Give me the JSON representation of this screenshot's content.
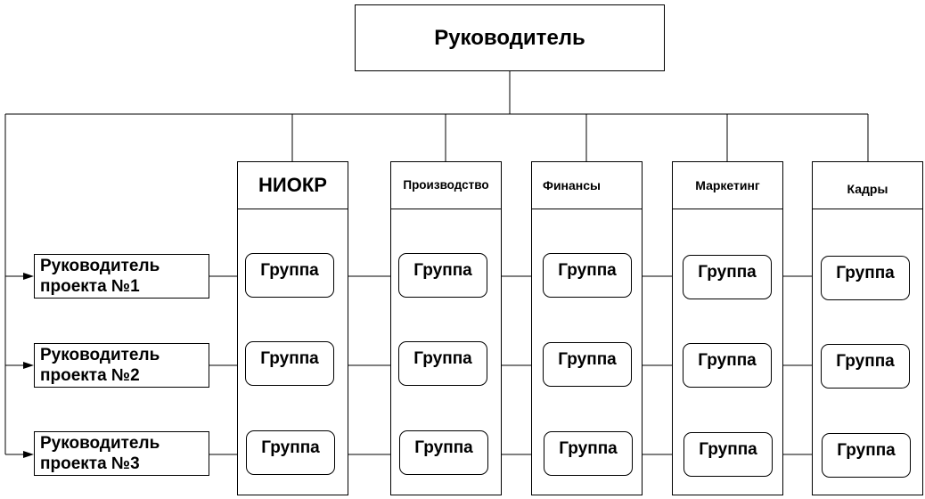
{
  "top": {
    "title": "Руководитель"
  },
  "departments": [
    {
      "title": "НИОКР"
    },
    {
      "title": "Производство"
    },
    {
      "title": "Финансы"
    },
    {
      "title": "Маркетинг"
    },
    {
      "title": "Кадры"
    }
  ],
  "group_label": "Группа",
  "project_managers": [
    {
      "line1": "Руководитель",
      "line2": "проекта №1"
    },
    {
      "line1": "Руководитель",
      "line2": "проекта №2"
    },
    {
      "line1": "Руководитель",
      "line2": "проекта №3"
    }
  ]
}
